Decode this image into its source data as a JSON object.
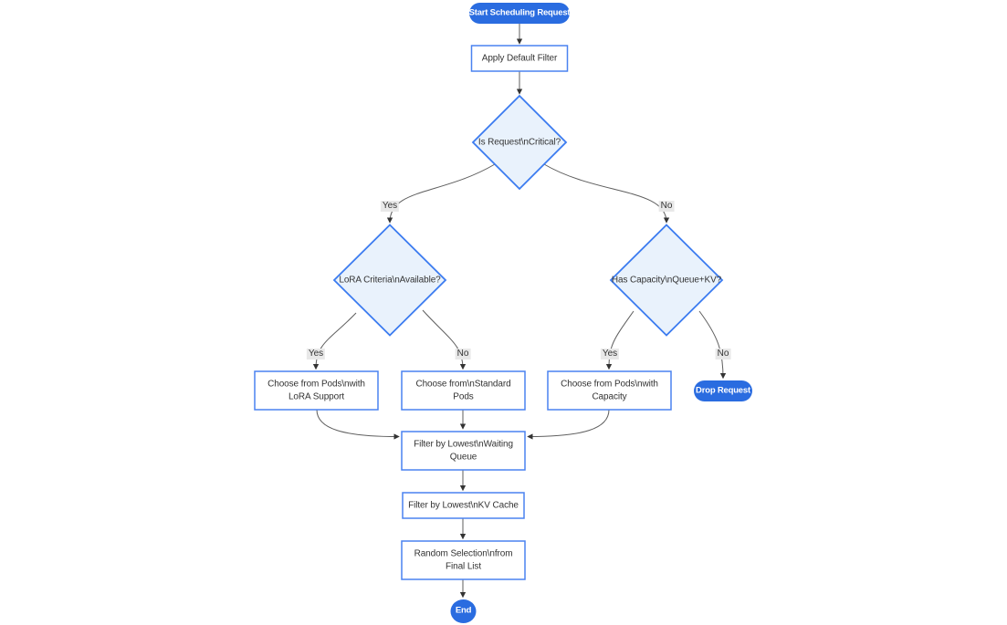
{
  "diagram": {
    "colors": {
      "background": "#ffffff",
      "accent_fill": "#2a6ce0",
      "accent_text": "#ffffff",
      "node_fill": "#ffffff",
      "node_border": "#4a82f0",
      "decision_fill": "#e9f2fc",
      "decision_border": "#3b7bf0",
      "edge": "#5e5e5e",
      "arrow": "#333333",
      "label_bg": "#e8e8e8",
      "text": "#333333"
    },
    "nodes": {
      "start": {
        "label": "Start Scheduling Request"
      },
      "apply_default_filter": {
        "label": "Apply Default Filter"
      },
      "is_request_critical": {
        "label": "Is Request\\nCritical?"
      },
      "lora_criteria_available": {
        "label": "LoRA Criteria\\nAvailable?"
      },
      "has_capacity": {
        "label": "Has Capacity\\nQueue+KV?"
      },
      "choose_lora_pods": {
        "lines": [
          "Choose from Pods\\nwith",
          "LoRA Support"
        ]
      },
      "choose_standard_pods": {
        "lines": [
          "Choose from\\nStandard",
          "Pods"
        ]
      },
      "choose_capacity_pods": {
        "lines": [
          "Choose from Pods\\nwith",
          "Capacity"
        ]
      },
      "drop_request": {
        "label": "Drop Request"
      },
      "filter_waiting_queue": {
        "lines": [
          "Filter by Lowest\\nWaiting",
          "Queue"
        ]
      },
      "filter_kv_cache": {
        "label": "Filter by Lowest\\nKV Cache"
      },
      "random_selection": {
        "lines": [
          "Random Selection\\nfrom",
          "Final List"
        ]
      },
      "end": {
        "label": "End"
      }
    },
    "edge_labels": {
      "critical_yes": "Yes",
      "critical_no": "No",
      "lora_yes": "Yes",
      "lora_no": "No",
      "capacity_yes": "Yes",
      "capacity_no": "No"
    }
  }
}
